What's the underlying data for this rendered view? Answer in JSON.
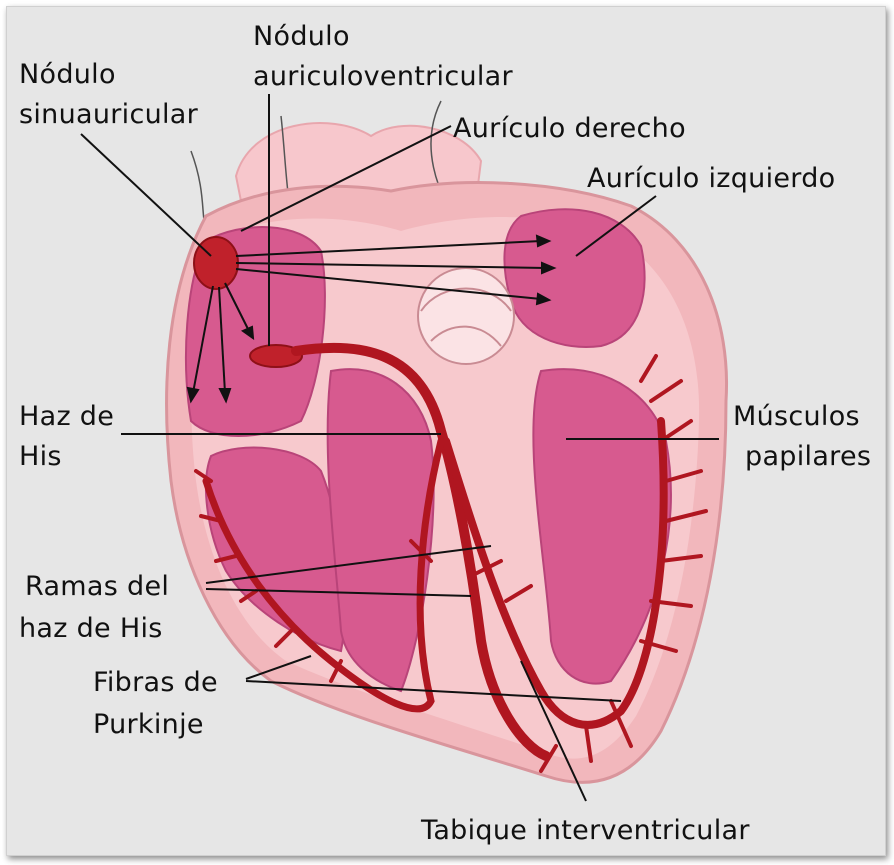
{
  "labels": {
    "nodulo_sinu_1": "Nódulo",
    "nodulo_sinu_2": "sinuauricular",
    "nodulo_av_1": "Nódulo",
    "nodulo_av_2": "auriculoventricular",
    "auriculo_derecho": "Aurículo derecho",
    "auriculo_izquierdo": "Aurículo izquierdo",
    "haz_his_1": "Haz de",
    "haz_his_2": "His",
    "musculos_1": "Músculos",
    "musculos_2": "papilares",
    "ramas_1": "Ramas del",
    "ramas_2": "haz de His",
    "fibras_1": "Fibras de",
    "fibras_2": "Purkinje",
    "tabique": "Tabique interventricular"
  },
  "colors": {
    "background": "#e6e6e6",
    "heart_outer": "#f2b8bd",
    "heart_wall": "#f7c9cd",
    "chamber": "#d4578d",
    "conduction": "#b01620",
    "leader": "#111111"
  }
}
